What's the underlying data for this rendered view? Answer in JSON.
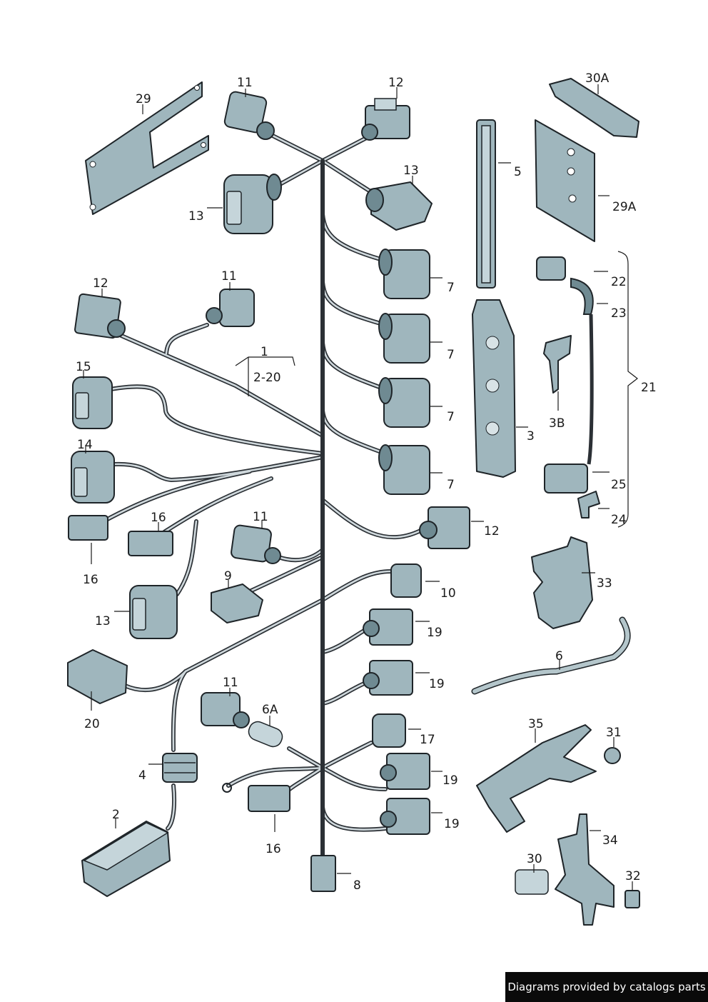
{
  "labels": {
    "l29": "29",
    "l11a": "11",
    "l12a": "12",
    "l30a": "30A",
    "l13a": "13",
    "l13b": "13",
    "l5": "5",
    "l29a": "29A",
    "l7a": "7",
    "l7b": "7",
    "l7c": "7",
    "l7d": "7",
    "l12b": "12",
    "l11b": "11",
    "l1": "1",
    "l2_20": "2-20",
    "l22": "22",
    "l23": "23",
    "l21": "21",
    "l3": "3",
    "l3b": "3B",
    "l15": "15",
    "l14": "14",
    "l16a": "16",
    "l11c": "11",
    "l16b": "16",
    "l12c": "12",
    "l25": "25",
    "l24": "24",
    "l9": "9",
    "l10": "10",
    "l13c": "13",
    "l33": "33",
    "l19a": "19",
    "l19b": "19",
    "l6": "6",
    "l20": "20",
    "l11d": "11",
    "l6a": "6A",
    "l17": "17",
    "l35": "35",
    "l31": "31",
    "l4": "4",
    "l19c": "19",
    "l19d": "19",
    "l2": "2",
    "l16c": "16",
    "l34": "34",
    "l8": "8",
    "l30": "30",
    "l32": "32"
  },
  "watermark": "Diagrams provided by catalogs parts"
}
